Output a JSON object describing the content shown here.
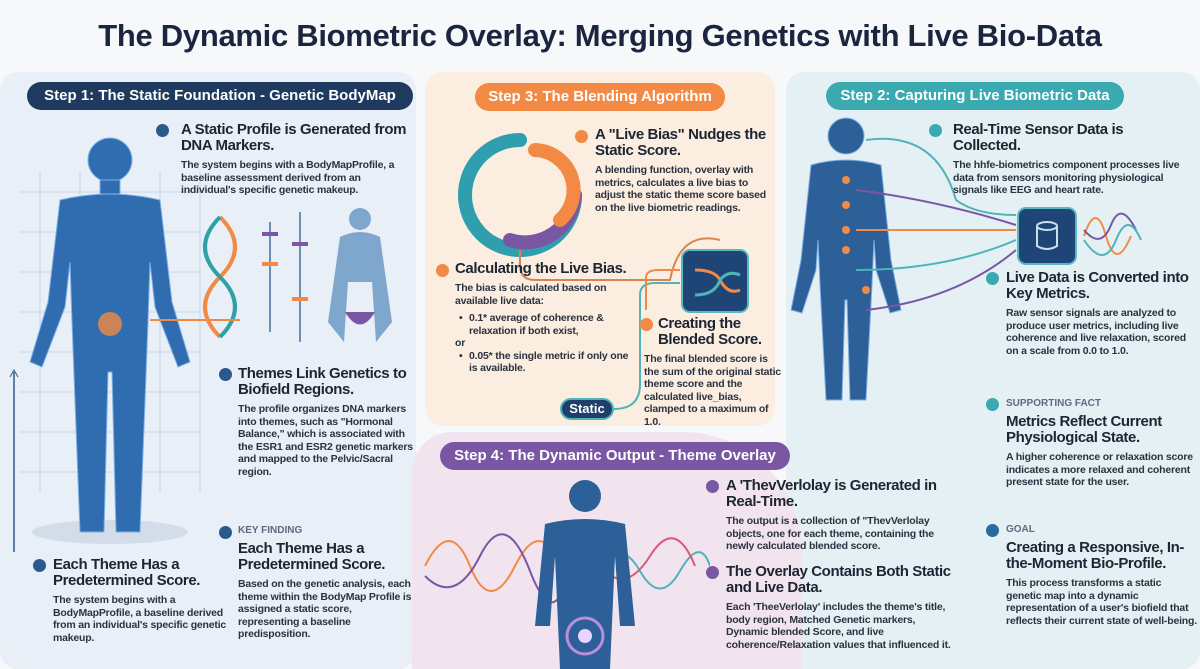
{
  "title": "The Dynamic Biometric Overlay: Merging Genetics with Live Bio-Data",
  "colors": {
    "navy": "#1f3a5f",
    "orange": "#f28a45",
    "teal": "#3aa9b0",
    "purple": "#7a57a3"
  },
  "step1": {
    "label": "Step 1: The Static Foundation - Genetic BodyMap",
    "items": [
      {
        "heading": "A Static Profile is Generated from DNA Markers.",
        "body": "The system begins with a BodyMapProfile, a baseline assessment derived from an individual's specific genetic makeup."
      },
      {
        "heading": "Themes Link Genetics to Biofield Regions.",
        "body": "The profile organizes DNA markers into themes, such as \"Hormonal Balance,\" which is associated with the ESR1 and ESR2 genetic markers and mapped to the Pelvic/Sacral region."
      },
      {
        "tag": "KEY FINDING",
        "heading": "Each Theme Has a Predetermined Score.",
        "body": "Based on the genetic analysis, each theme within the BodyMap Profile is assigned a static score, representing a baseline predisposition."
      },
      {
        "heading": "Each Theme Has a Predetermined Score.",
        "body": "The system begins with a BodyMapProfile, a baseline derived from an individual's specific genetic makeup."
      }
    ]
  },
  "step3": {
    "label": "Step 3: The Blending Algorithm",
    "items": [
      {
        "heading": "A \"Live Bias\" Nudges the Static Score.",
        "body": "A blending function, overlay with metrics, calculates a live bias to adjust the static theme score based on the live biometric readings."
      },
      {
        "heading": "Calculating the Live Bias.",
        "body": "The bias is calculated based on available live data:",
        "bullets": [
          "0.1* average of coherence & relaxation if both exist,",
          "0.05* the single metric if only one is available."
        ],
        "or": "or"
      },
      {
        "heading": "Creating the Blended Score.",
        "body": "The final blended score is the sum of the original static theme score and the calculated live_bias, clamped to a maximum of 1.0."
      }
    ],
    "static_label": "Static"
  },
  "step2": {
    "label": "Step 2: Capturing Live Biometric Data",
    "items": [
      {
        "heading": "Real-Time Sensor Data is Collected.",
        "body": "The hhfe-biometrics component processes live data from sensors monitoring physiological signals like EEG and heart rate."
      },
      {
        "heading": "Live Data is Converted into Key Metrics.",
        "body": "Raw sensor signals are analyzed to produce user metrics, including live coherence and live relaxation, scored on a scale from 0.0 to 1.0."
      },
      {
        "tag": "SUPPORTING FACT",
        "heading": "Metrics Reflect Current Physiological State.",
        "body": "A higher coherence or relaxation score indicates a more relaxed and coherent present state for the user."
      },
      {
        "tag": "GOAL",
        "heading": "Creating a Responsive, In-the-Moment Bio-Profile.",
        "body": "This process transforms a static genetic map into a dynamic representation of a user's biofield that reflects their current state of well-being."
      }
    ]
  },
  "step4": {
    "label": "Step 4: The Dynamic Output - Theme Overlay",
    "items": [
      {
        "heading": "A 'ThevVerlolay is Generated in Real-Time.",
        "body": "The output is a collection of \"ThevVerlolay objects, one for each theme, containing the newly calculated blended score."
      },
      {
        "heading": "The Overlay Contains Both Static and Live Data.",
        "body": "Each 'TheeVerlolay' includes the theme's title, body region, Matched Genetic markers, Dynamic blended Score, and live coherence/Relaxation values that influenced it."
      }
    ]
  }
}
